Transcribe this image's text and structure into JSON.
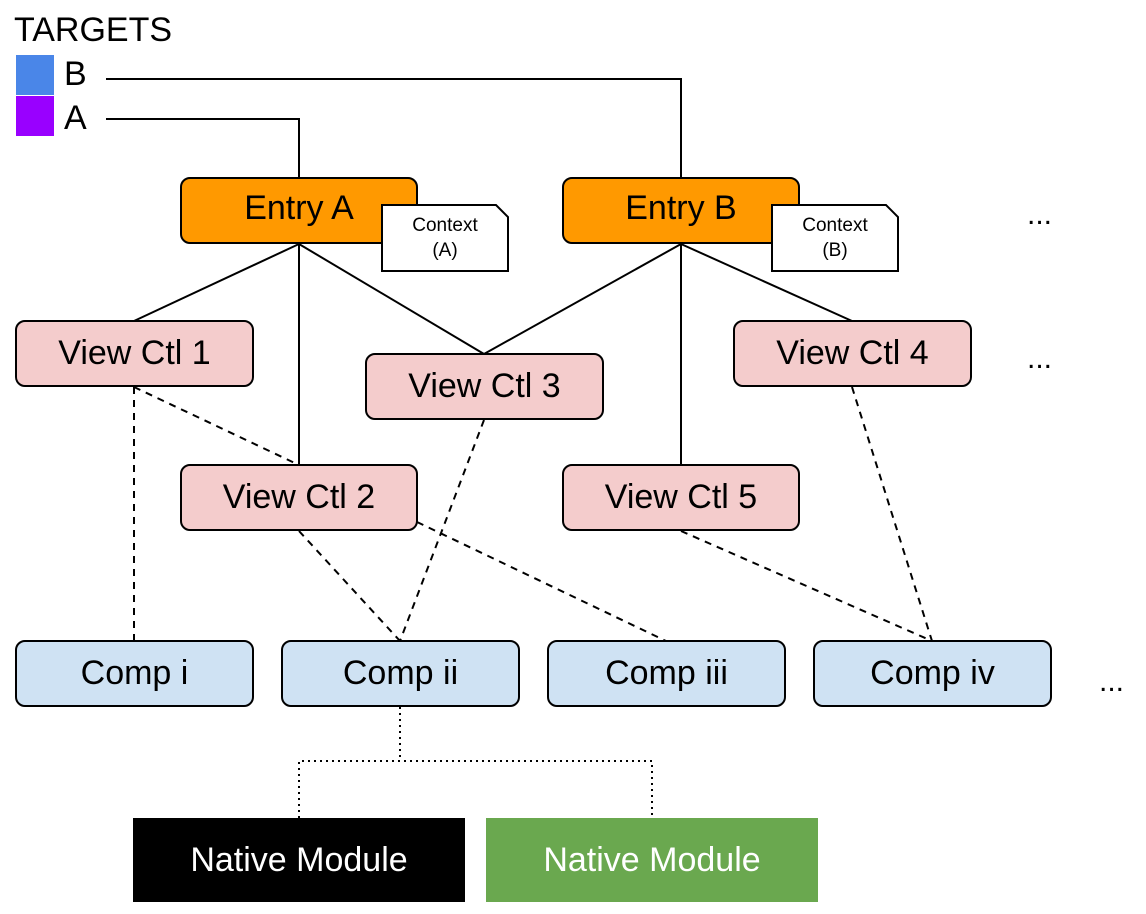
{
  "legend": {
    "title": "TARGETS",
    "items": [
      {
        "label": "B",
        "color": "#4a86e8"
      },
      {
        "label": "A",
        "color": "#9900ff"
      }
    ]
  },
  "entries": [
    {
      "label": "Entry A",
      "context": [
        "Context",
        "(A)"
      ]
    },
    {
      "label": "Entry B",
      "context": [
        "Context",
        "(B)"
      ]
    }
  ],
  "view_controllers": [
    "View Ctl 1",
    "View Ctl 2",
    "View Ctl 3",
    "View Ctl 4",
    "View Ctl 5"
  ],
  "components": [
    "Comp i",
    "Comp ii",
    "Comp iii",
    "Comp iv"
  ],
  "native_modules": [
    {
      "label": "Native Module",
      "color": "#000000"
    },
    {
      "label": "Native Module",
      "color": "#6aa84f"
    }
  ],
  "ellipsis": "...",
  "colors": {
    "entry": "#ff9900",
    "view_controller": "#f4cccc",
    "component": "#cfe2f3"
  }
}
